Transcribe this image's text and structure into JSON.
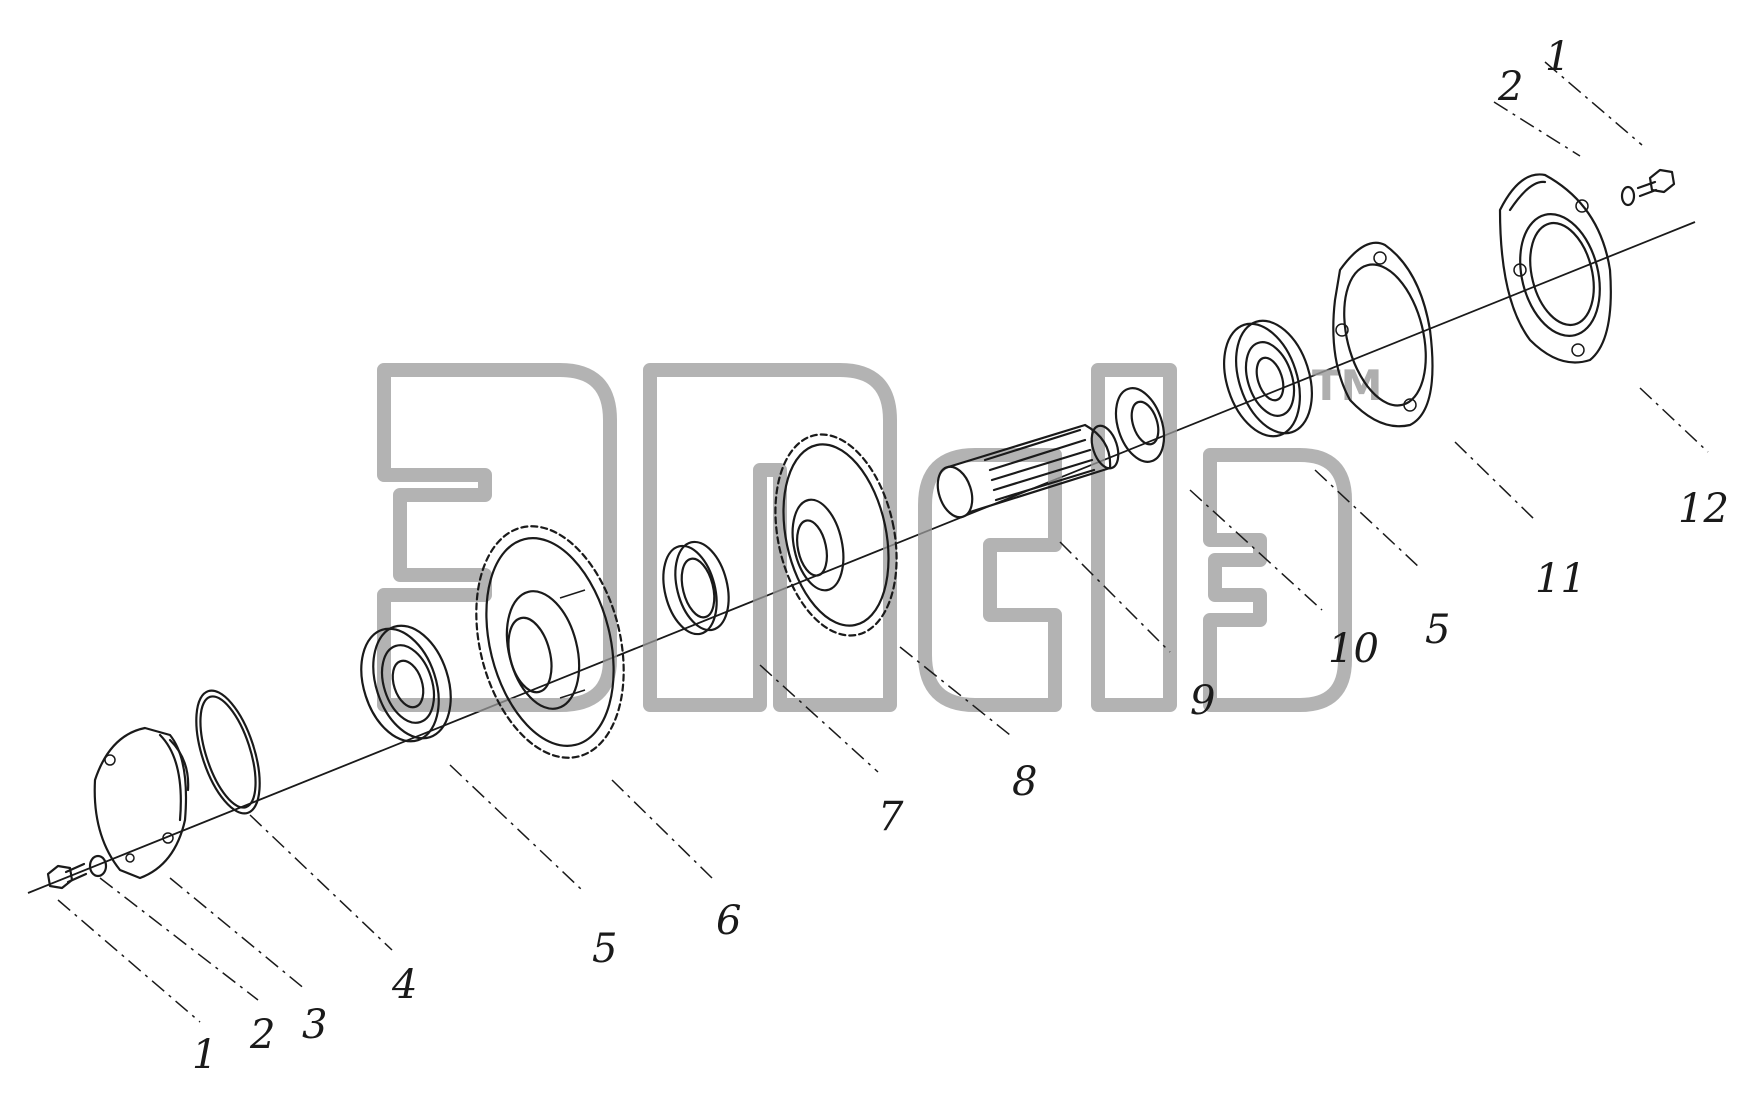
{
  "diagram": {
    "callouts": {
      "left_1": "1",
      "left_2": "2",
      "left_3": "3",
      "left_4": "4",
      "left_5": "5",
      "left_6": "6",
      "left_7": "7",
      "left_8": "8",
      "left_9": "9",
      "left_10": "10",
      "right_5": "5",
      "right_11": "11",
      "right_12": "12",
      "right_1": "1",
      "right_2": "2"
    },
    "watermark": {
      "text": "эпсіз",
      "trademark": "TM"
    },
    "colors": {
      "line": "#1a1a1a",
      "watermark": "#9a9a9a",
      "background": "#ffffff"
    }
  }
}
